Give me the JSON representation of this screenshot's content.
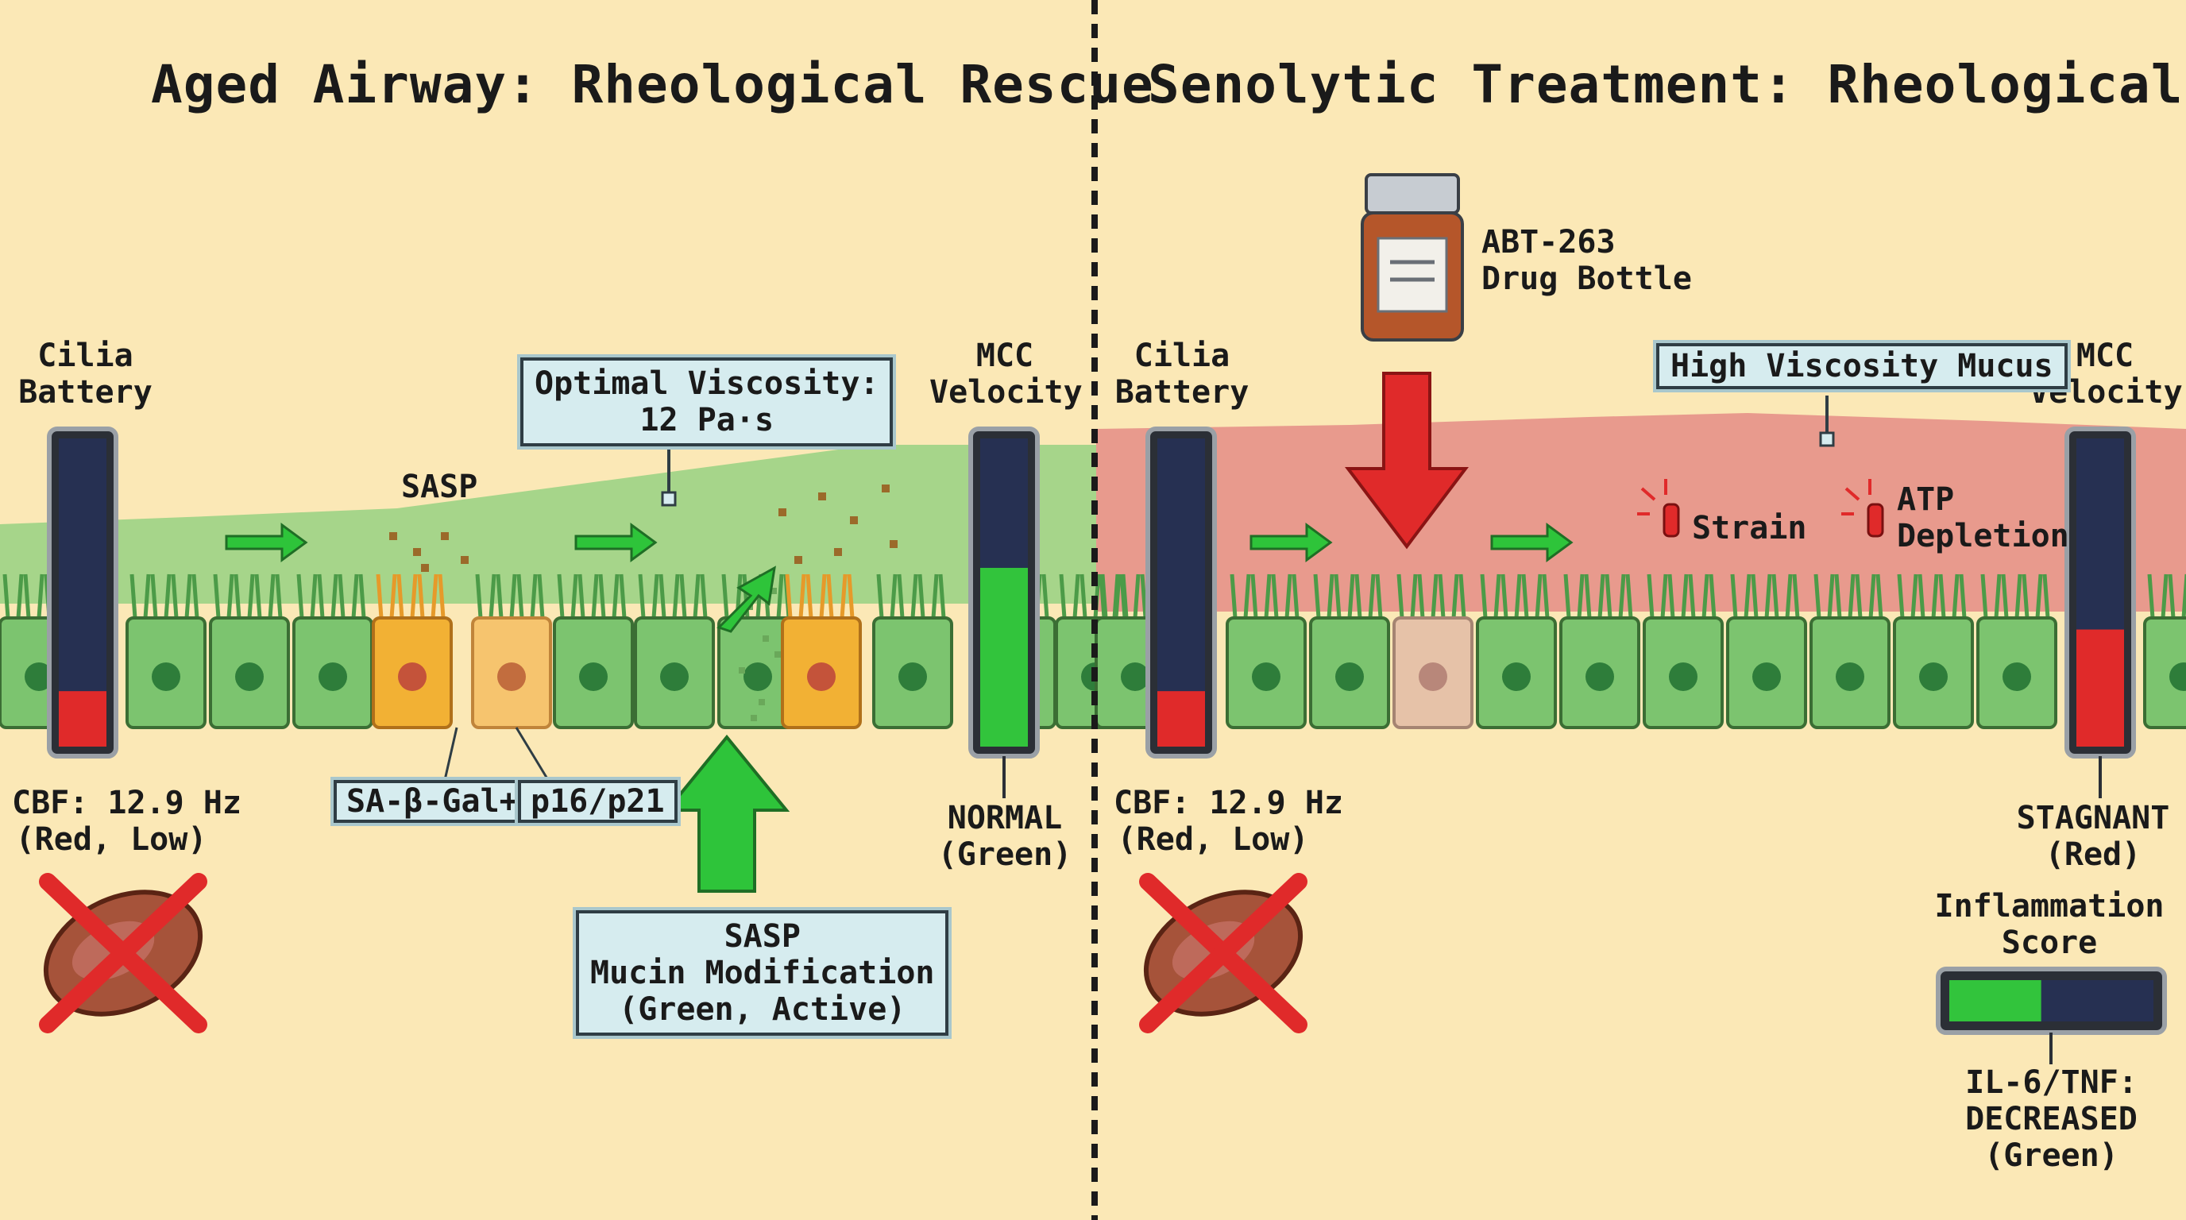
{
  "left_panel": {
    "title": "Aged Airway: Rheological Rescue",
    "cilia_battery": [
      "Cilia",
      "Battery"
    ],
    "mcc_velocity": [
      "MCC",
      "Velocity"
    ],
    "sasp_label": "SASP",
    "optimal_viscosity": [
      "Optimal Viscosity:",
      "12 Pa·s"
    ],
    "sa_beta_gal": "SA-β-Gal+",
    "p16_p21": "p16/p21",
    "cbf": [
      "CBF: 12.9 Hz",
      "(Red, Low)"
    ],
    "mcc_status": [
      "NORMAL",
      "(Green)"
    ],
    "mucin_box": [
      "SASP",
      "Mucin Modification",
      "(Green, Active)"
    ],
    "cilia_level": 0.18,
    "mcc_level": 0.58
  },
  "right_panel": {
    "title": "Senolytic Treatment: Rheological Vacuum",
    "drug": [
      "ABT-263",
      "Drug Bottle"
    ],
    "cilia_battery": [
      "Cilia",
      "Battery"
    ],
    "mcc_velocity": [
      "MCC",
      "Velocity"
    ],
    "high_viscosity": "High Viscosity Mucus",
    "strain": "Strain",
    "atp": [
      "ATP",
      "Depletion"
    ],
    "cbf": [
      "CBF: 12.9 Hz",
      "(Red, Low)"
    ],
    "mcc_status": [
      "STAGNANT",
      "(Red)"
    ],
    "inflammation": [
      "Inflammation",
      "Score"
    ],
    "il6": [
      "IL-6/TNF:",
      "DECREASED",
      "(Green)"
    ],
    "cilia_level": 0.18,
    "mcc_level": 0.38,
    "inflammation_level": 0.45
  },
  "colors": {
    "background": "#fbe8b6",
    "healthy_cell": "#7cc46f",
    "senescent_cell": "#f2b134",
    "mucus_normal": "#a6d58a",
    "mucus_high": "#e48c86",
    "gauge_red": "#e02a2a",
    "gauge_green": "#32c43c",
    "arrow_green": "#2ec43a",
    "arrow_red": "#e02a2a"
  }
}
